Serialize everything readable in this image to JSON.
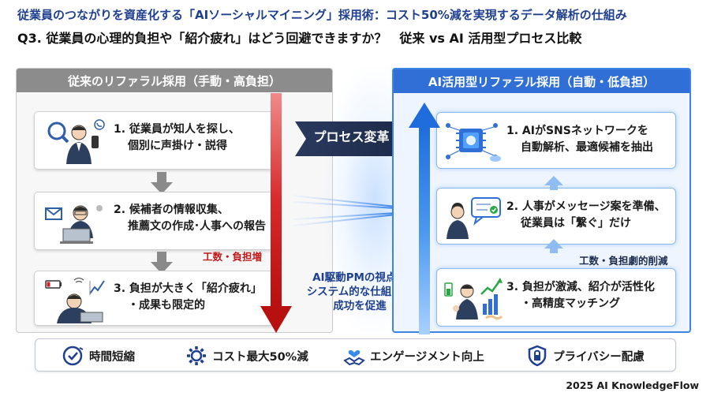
{
  "header": {
    "title": "従業員のつながりを資産化する「AIソーシャルマイニング」採用術：コスト50%減を実現するデータ解析の仕組み",
    "question": "Q3. 従業員の心理的負担や「紹介疲れ」はどう回避できますか？　従来 vs AI 活用型プロセス比較"
  },
  "left_panel": {
    "title": "従来のリファラル採用（手動・高負担）",
    "steps": [
      {
        "line1": "1. 従業員が知人を探し、",
        "line2": "個別に声掛け・説得",
        "icon": "worried-employee-with-magnifier-and-phone-icon"
      },
      {
        "line1": "2. 候補者の情報収集、",
        "line2": "推薦文の作成･人事への報告",
        "icon": "employee-at-laptop-with-mail-icon"
      },
      {
        "line1": "3. 負担が大きく「紹介疲れ」",
        "line2": "・成果も限定的",
        "icon": "exhausted-employee-low-battery-icon"
      }
    ],
    "arrow_label": "工数・負担増"
  },
  "middle": {
    "arrow_text": "プロセス変革",
    "note_lines": [
      "AI駆動PMの視点：",
      "システム的な仕組みで",
      "成功を促進"
    ]
  },
  "right_panel": {
    "title": "AI活用型リファラル採用（自動・低負担）",
    "steps": [
      {
        "line1": "1. AIがSNSネットワークを",
        "line2": "自動解析、最適候補を抽出",
        "icon": "ai-chip-network-icon"
      },
      {
        "line1": "2. 人事がメッセージ案を準備、",
        "line2": "従業員は「繋ぐ」だけ",
        "icon": "hr-message-bubble-icon"
      },
      {
        "line1": "3. 負担が激減、紹介が活性化",
        "line2": "・高精度マッチング",
        "icon": "happy-employee-growth-chart-icon"
      }
    ],
    "arrow_label": "工数・負担劇的削減"
  },
  "benefits": [
    {
      "label": "時間短縮",
      "icon": "clock-check-icon"
    },
    {
      "label": "コスト最大50%減",
      "icon": "gear-cost-icon"
    },
    {
      "label": "エンゲージメント向上",
      "icon": "handshake-heart-icon"
    },
    {
      "label": "プライバシー配慮",
      "icon": "shield-lock-icon"
    }
  ],
  "footer": {
    "copyright": "2025 AI KnowledgeFlow"
  },
  "colors": {
    "title_blue": "#1f3f8f",
    "left_header_gray": "#8c8c8c",
    "right_header_blue": "#2f6fd6",
    "red_arrow": "#d12020",
    "blue_arrow": "#3a8ae8"
  }
}
